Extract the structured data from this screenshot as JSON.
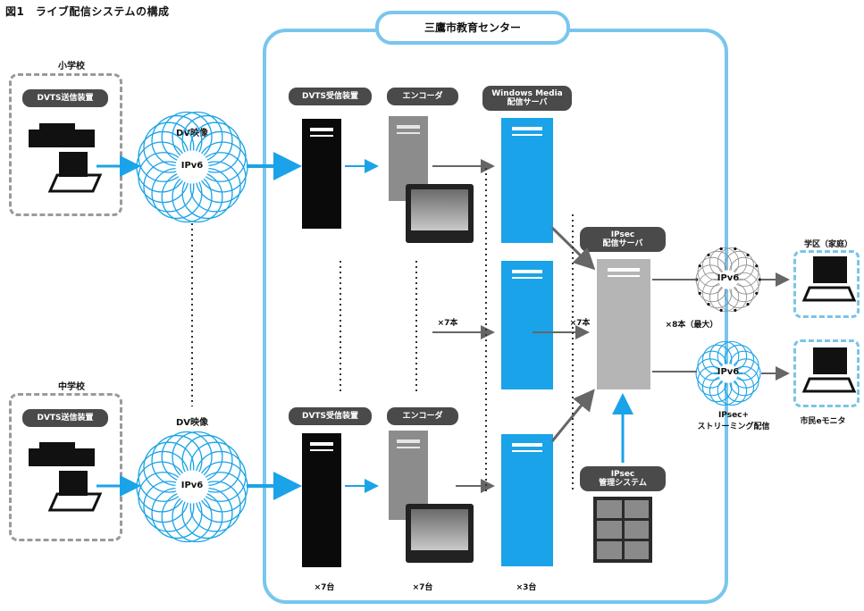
{
  "figure_title": "図1　ライブ配信システムの構成",
  "center": {
    "label": "三鷹市教育センター"
  },
  "schools": [
    {
      "label": "小学校",
      "sender": "DVTS送信装置",
      "dv_label": "DV映像",
      "cloud": "IPv6"
    },
    {
      "label": "中学校",
      "sender": "DVTS送信装置",
      "dv_label": "DV映像",
      "cloud": "IPv6"
    }
  ],
  "columns": {
    "receiver": "DVTS受信装置",
    "encoder": "エンコーダ",
    "wms": "Windows Media\n配信サーバ",
    "ipsec_server": "IPsec\n配信サーバ",
    "ipsec_mgmt": "IPsec\n管理システム"
  },
  "counts": {
    "receiver": "×7台",
    "encoder": "×7台",
    "wms": "×3台",
    "streams_a": "×7本",
    "streams_b": "×7本",
    "streams_max": "×8本（最大）"
  },
  "outputs": {
    "top_cloud": "IPv6",
    "bottom_cloud": "IPv6",
    "bottom_caption": "IPsec+\nストリーミング配信",
    "district": "学区（家庭）",
    "monitor": "市民eモニタ"
  },
  "colors": {
    "accent_blue": "#1aa3e8",
    "frame_blue": "#79c6ee",
    "dark_pill": "#4a4a4a",
    "arrow_gray": "#666666"
  }
}
